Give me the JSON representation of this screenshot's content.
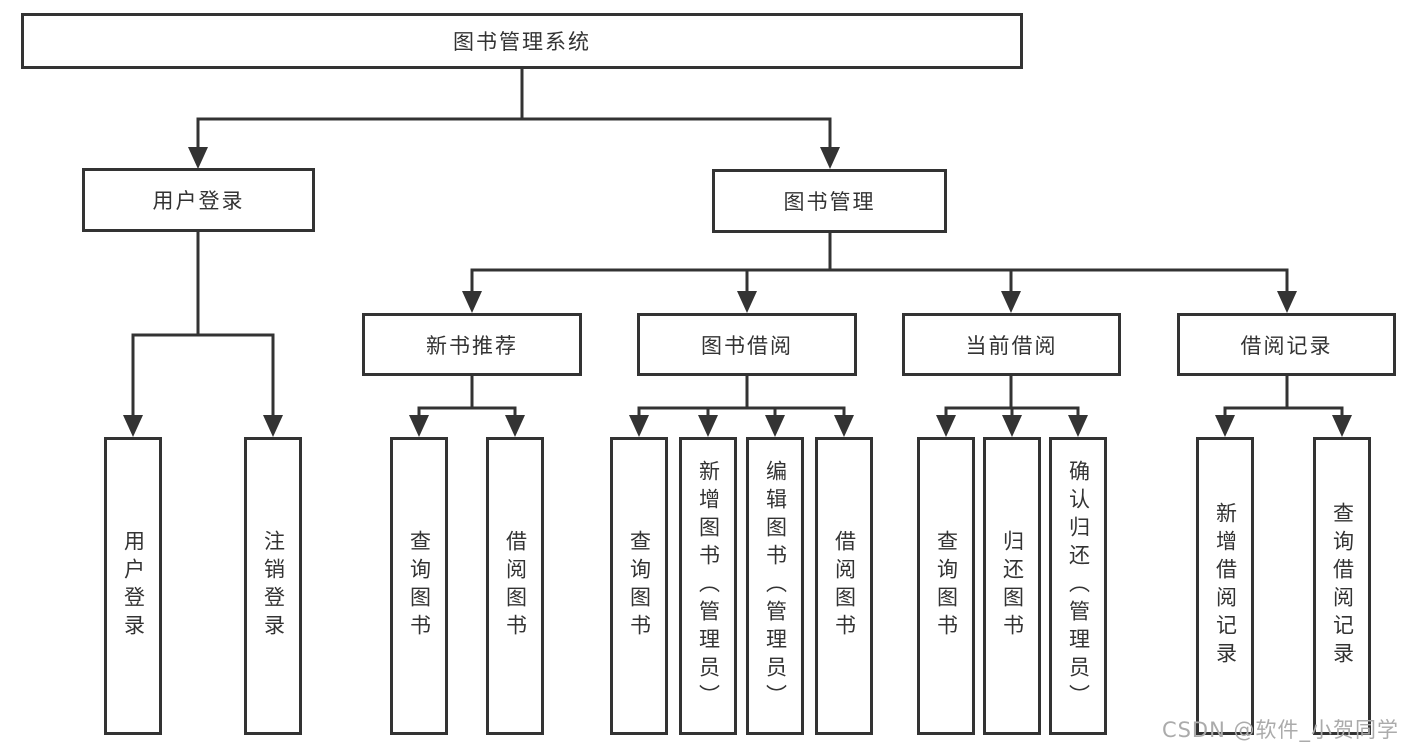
{
  "diagram": {
    "root": {
      "label": "图书管理系统"
    },
    "level2": {
      "user_login": {
        "label": "用户登录"
      },
      "book_management": {
        "label": "图书管理"
      }
    },
    "level3": {
      "new_book_recommend": {
        "label": "新书推荐"
      },
      "book_borrow": {
        "label": "图书借阅"
      },
      "current_borrow": {
        "label": "当前借阅"
      },
      "borrow_records": {
        "label": "借阅记录"
      }
    },
    "leaves": {
      "user_login_leaf": {
        "label": "用户登录"
      },
      "logout": {
        "label": "注销登录"
      },
      "recommend_query_book": {
        "label": "查询图书"
      },
      "recommend_borrow_book": {
        "label": "借阅图书"
      },
      "borrow_query_book": {
        "label": "查询图书"
      },
      "borrow_add_book": {
        "label": "新增图书（管理员）"
      },
      "borrow_edit_book": {
        "label": "编辑图书（管理员）"
      },
      "borrow_borrow_book": {
        "label": "借阅图书"
      },
      "current_query_book": {
        "label": "查询图书"
      },
      "current_return_book": {
        "label": "归还图书"
      },
      "current_confirm_return": {
        "label": "确认归还（管理员）"
      },
      "records_add_record": {
        "label": "新增借阅记录"
      },
      "records_query_record": {
        "label": "查询借阅记录"
      }
    },
    "watermark": "CSDN @软件_小贺同学",
    "colors": {
      "line": "#333333",
      "box_border": "#333333",
      "box_background": "#ffffff",
      "text": "#333333",
      "watermark": "#ababab"
    }
  }
}
